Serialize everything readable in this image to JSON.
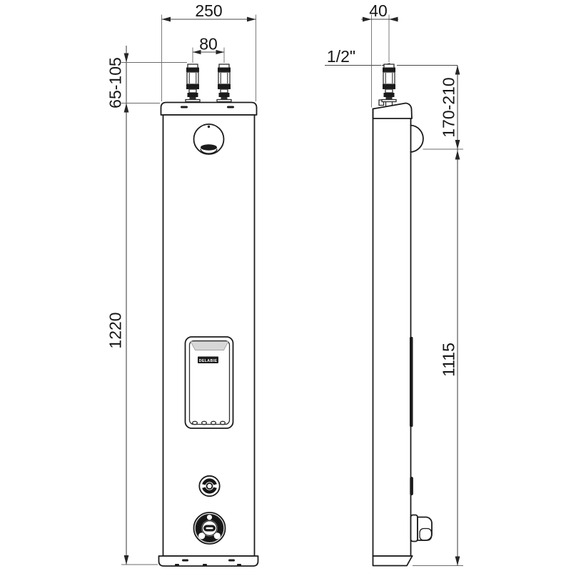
{
  "front_view": {
    "dimensions": {
      "width": "250",
      "inlet_spacing": "80",
      "inlet_height_range": "65-105",
      "total_height": "1220"
    },
    "button_brand_label": "DELABIE"
  },
  "side_view": {
    "dimensions": {
      "wall_to_inlet": "40",
      "inlet_thread_size": "1/2\"",
      "top_to_shower_outlet_range": "170-210",
      "shower_outlet_to_bottom": "1115"
    }
  },
  "colors": {
    "background": "#ffffff",
    "outline": "#1b1b1b",
    "dimension_line": "#474747"
  }
}
